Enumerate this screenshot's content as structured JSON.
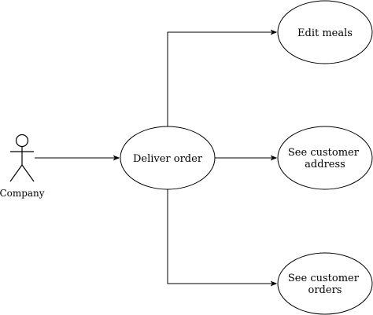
{
  "diagram": {
    "actor": {
      "label": "Company"
    },
    "use_cases": {
      "deliver": "Deliver order",
      "edit_meals": "Edit meals",
      "see_address": {
        "line1": "See customer",
        "line2": "address"
      },
      "see_orders": {
        "line1": "See customer",
        "line2": "orders"
      }
    },
    "connections": [
      {
        "from": "Company",
        "to": "Deliver order"
      },
      {
        "from": "Deliver order",
        "to": "Edit meals"
      },
      {
        "from": "Deliver order",
        "to": "See customer address"
      },
      {
        "from": "Deliver order",
        "to": "See customer orders"
      }
    ],
    "colors": {
      "stroke": "#000000",
      "fill": "#ffffff"
    }
  }
}
